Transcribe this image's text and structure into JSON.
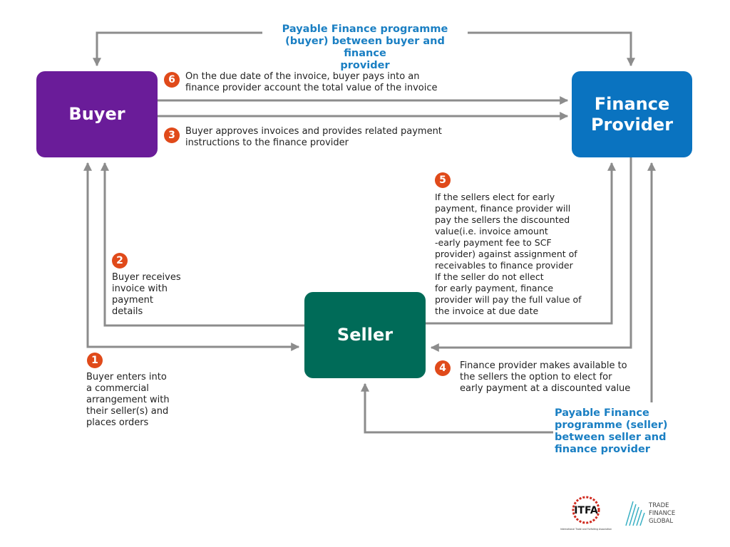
{
  "nodes": {
    "buyer": "Buyer",
    "finance_provider": "Finance\nProvider",
    "seller": "Seller"
  },
  "programmes": {
    "buyer": "Payable Finance programme\n(buyer) between buyer and finance\nprovider",
    "seller": "Payable Finance\nprogramme (seller)\nbetween seller and\nfinance provider"
  },
  "steps": [
    {
      "num": "1",
      "text": "Buyer enters into\na commercial\narrangement with\ntheir seller(s) and\nplaces orders"
    },
    {
      "num": "2",
      "text": "Buyer receives\ninvoice with\npayment\ndetails"
    },
    {
      "num": "3",
      "text": "Buyer approves invoices and provides related payment\ninstructions to the finance provider"
    },
    {
      "num": "4",
      "text": "Finance provider makes available to\nthe sellers the option to elect for\nearly payment at a discounted value"
    },
    {
      "num": "5",
      "text": "If the sellers elect for early\npayment, finance provider will\npay the sellers the discounted\nvalue(i.e. invoice amount\n  -early payment fee to SCF\n  provider) against assignment of\n  receivables to finance provider\nIf the seller do not ellect\nfor early payment, finance\nprovider will pay the full value of\nthe invoice at due date"
    },
    {
      "num": "6",
      "text": "On the due date of the invoice, buyer pays into an\nfinance provider account the total value of the invoice"
    }
  ],
  "logos": {
    "itfa": "ITFA",
    "itfa_sub": "International Trade and Forfaiting Association",
    "tfg": "TRADE\nFINANCE\nGLOBAL"
  },
  "colors": {
    "buyer": "#6a1c99",
    "finance_provider": "#0a73c0",
    "seller": "#006b58",
    "badge": "#e04a1a",
    "programme_text": "#1a7fc3",
    "arrow": "#8c8c8c"
  }
}
